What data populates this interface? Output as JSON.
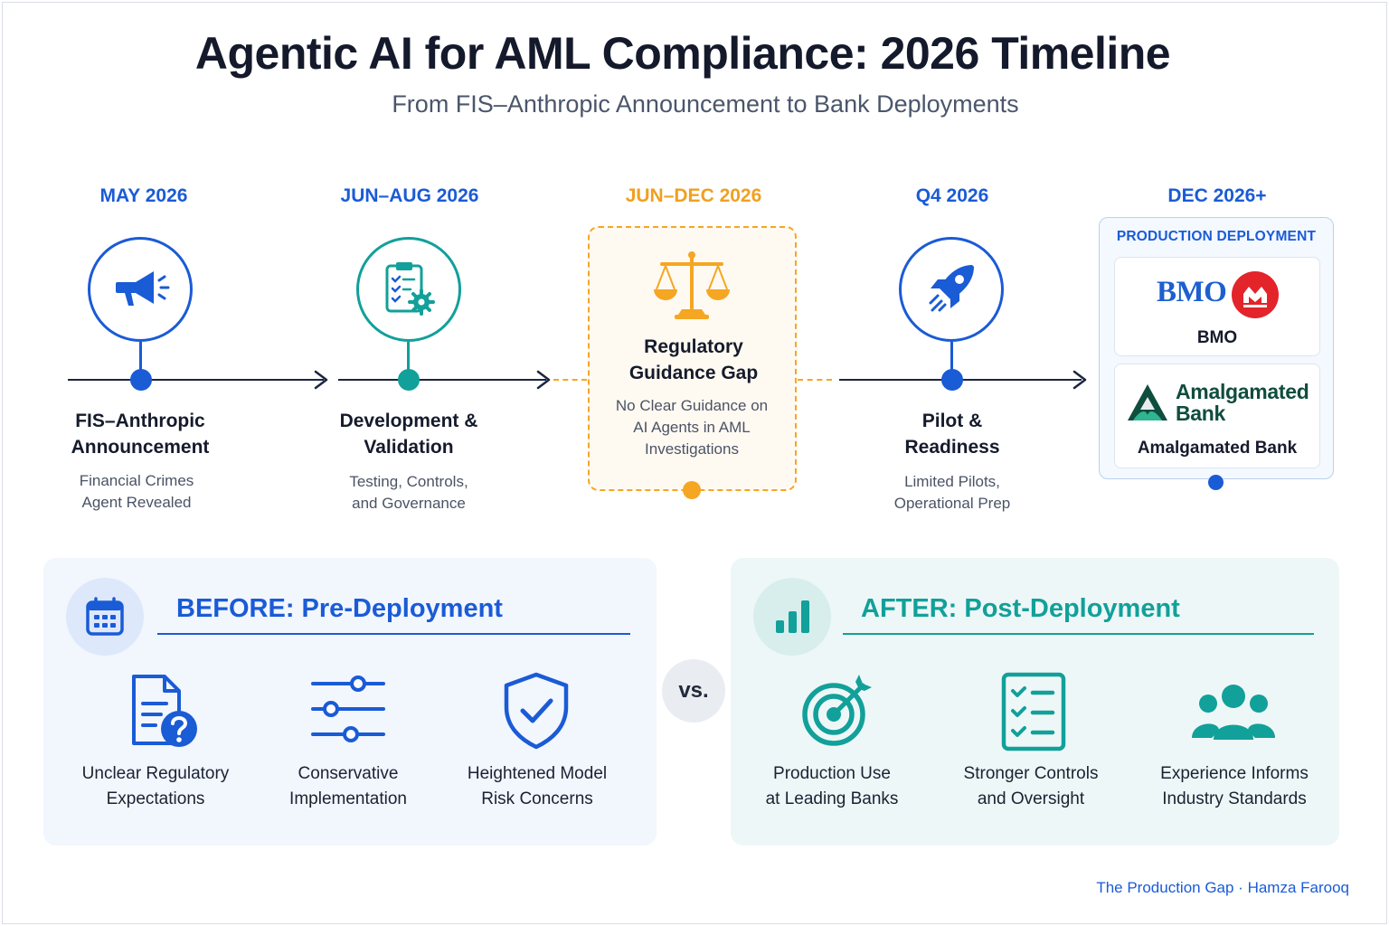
{
  "title": "Agentic AI for AML Compliance: 2026 Timeline",
  "subtitle": "From FIS–Anthropic Announcement to Bank Deployments",
  "colors": {
    "blue": "#1a5bd6",
    "teal": "#12a09a",
    "orange": "#f5a623",
    "navy": "#1c2540"
  },
  "timeline": [
    {
      "date": "MAY 2026",
      "title_l1": "FIS–Anthropic",
      "title_l2": "Announcement",
      "desc_l1": "Financial Crimes",
      "desc_l2": "Agent Revealed",
      "icon": "megaphone-icon"
    },
    {
      "date": "JUN–AUG 2026",
      "title_l1": "Development &",
      "title_l2": "Validation",
      "desc_l1": "Testing, Controls,",
      "desc_l2": "and Governance",
      "icon": "clipboard-gear-icon"
    },
    {
      "date": "JUN–DEC 2026",
      "title_l1": "Regulatory",
      "title_l2": "Guidance Gap",
      "desc_l1": "No Clear Guidance on",
      "desc_l2": "AI Agents in AML",
      "desc_l3": "Investigations",
      "icon": "scales-icon"
    },
    {
      "date": "Q4 2026",
      "title_l1": "Pilot &",
      "title_l2": "Readiness",
      "desc_l1": "Limited Pilots,",
      "desc_l2": "Operational Prep",
      "icon": "rocket-icon"
    },
    {
      "date": "DEC 2026+",
      "heading": "PRODUCTION DEPLOYMENT",
      "banks": [
        {
          "logo_text": "BMO",
          "name": "BMO"
        },
        {
          "logo_l1": "Amalgamated",
          "logo_l2": "Bank",
          "name": "Amalgamated Bank"
        }
      ]
    }
  ],
  "before": {
    "title": "BEFORE: Pre-Deployment",
    "items": [
      {
        "l1": "Unclear Regulatory",
        "l2": "Expectations",
        "icon": "document-question-icon"
      },
      {
        "l1": "Conservative",
        "l2": "Implementation",
        "icon": "sliders-icon"
      },
      {
        "l1": "Heightened Model",
        "l2": "Risk Concerns",
        "icon": "shield-check-icon"
      }
    ]
  },
  "vs": "vs.",
  "after": {
    "title": "AFTER: Post-Deployment",
    "items": [
      {
        "l1": "Production Use",
        "l2": "at Leading Banks",
        "icon": "target-icon"
      },
      {
        "l1": "Stronger Controls",
        "l2": "and Oversight",
        "icon": "checklist-icon"
      },
      {
        "l1": "Experience Informs",
        "l2": "Industry Standards",
        "icon": "people-icon"
      }
    ]
  },
  "footer": "The Production Gap · Hamza Farooq"
}
